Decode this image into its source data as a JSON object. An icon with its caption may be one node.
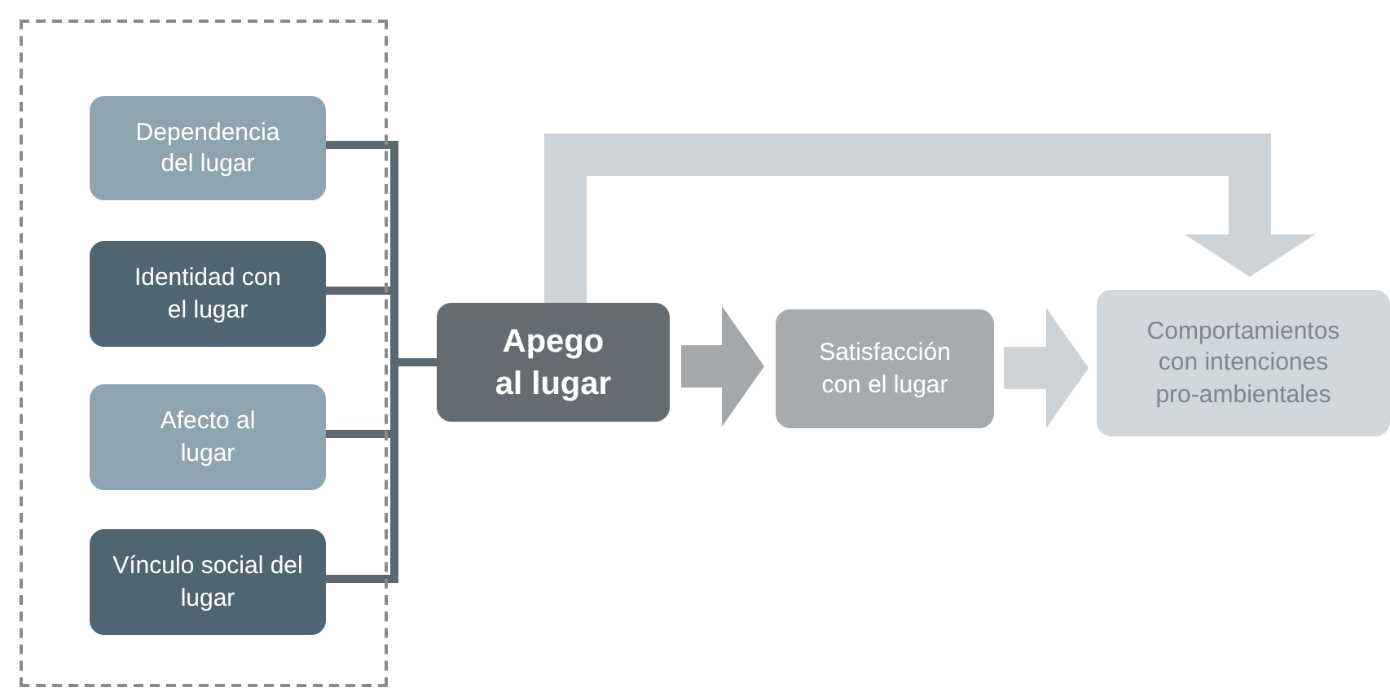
{
  "diagram": {
    "nodes": [
      {
        "text": [],
        "shape": "box"
      },
      {
        "text": [
          "Dependencia del lugar"
        ],
        "in": 0
      },
      {
        "text": [
          "Identidad con el lugar"
        ],
        "in": 0
      },
      {
        "text": [
          "Afecto al lugar"
        ],
        "in": 0
      },
      {
        "text": [
          "Vínculo social del lugar"
        ],
        "in": 0
      },
      {
        "text": [
          "Apego al lugar"
        ]
      },
      {
        "text": [
          "Satisfacción con el lugar"
        ]
      },
      {
        "text": [
          "Comportamientos con intenciones pro-ambientales"
        ]
      }
    ],
    "edges": [
      {
        "from": 1,
        "to": 5,
        "arrow": "none"
      },
      {
        "from": 2,
        "to": 5,
        "arrow": "none"
      },
      {
        "from": 3,
        "to": 5,
        "arrow": "none"
      },
      {
        "from": 4,
        "to": 5,
        "arrow": "none"
      },
      {
        "from": 5,
        "to": 6,
        "arrow": "to",
        "style": "thick",
        "color": "#a4a8aa"
      },
      {
        "from": 6,
        "to": 7,
        "arrow": "to",
        "style": "thick",
        "color": "#cdd3d6"
      },
      {
        "from": 5,
        "to": 7,
        "arrow": "to",
        "style": "thick",
        "color": "#cdd3d6"
      }
    ]
  }
}
